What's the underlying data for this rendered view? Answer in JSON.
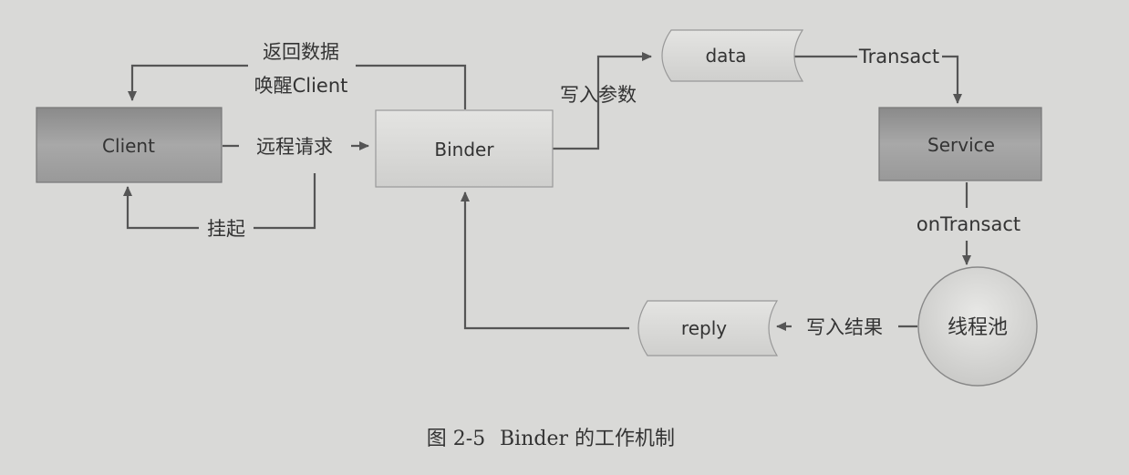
{
  "nodes": {
    "client": "Client",
    "binder": "Binder",
    "data": "data",
    "service": "Service",
    "thread_pool": "线程池",
    "reply": "reply"
  },
  "edges": {
    "return_data_line1": "返回数据",
    "return_data_line2": "唤醒Client",
    "remote_request": "远程请求",
    "suspend": "挂起",
    "write_params": "写入参数",
    "transact": "Transact",
    "on_transact": "onTransact",
    "write_result": "写入结果"
  },
  "caption": {
    "figure_number": "图 2-5",
    "title": "Binder 的工作机制"
  }
}
